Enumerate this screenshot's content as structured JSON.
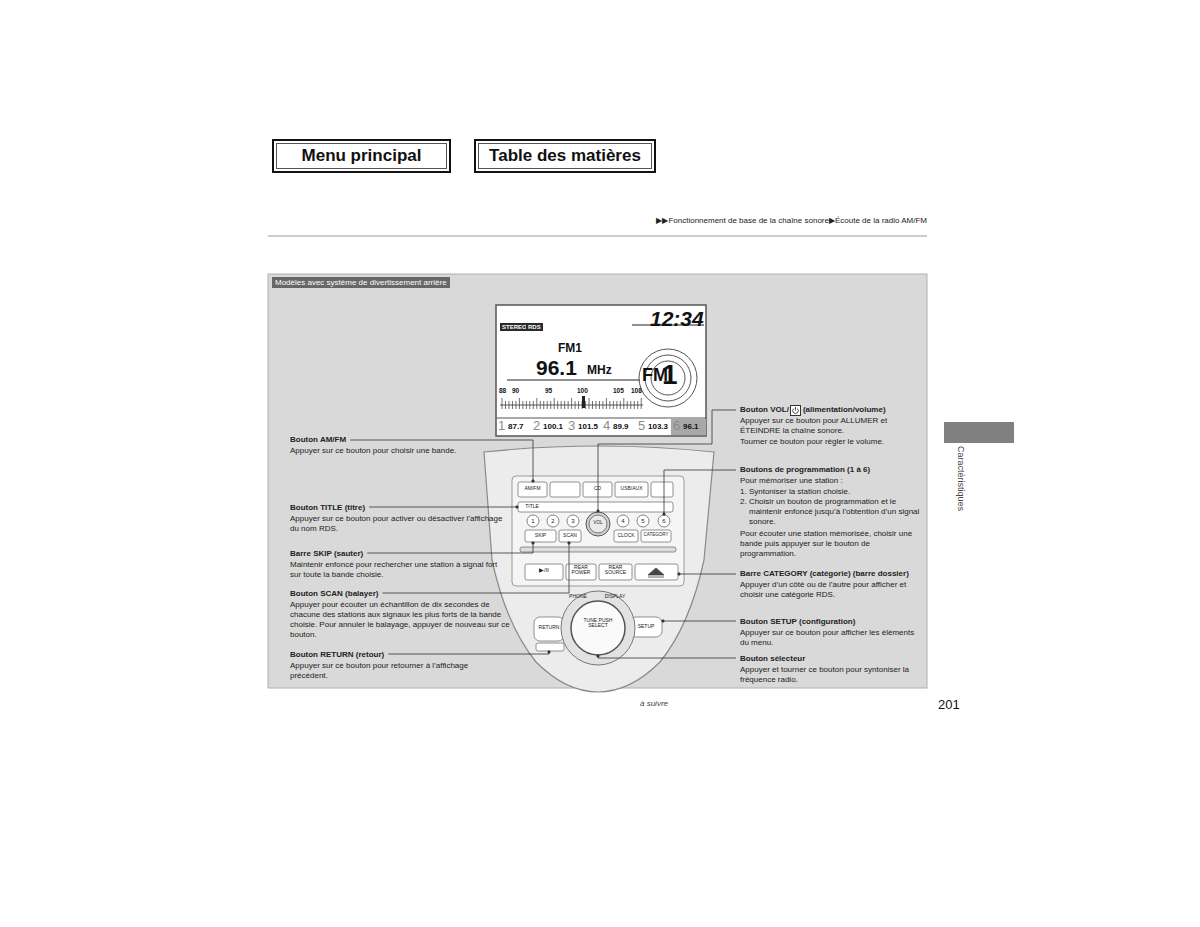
{
  "diagram": {
    "nodes": [
      {
        "text": [
          "Menu principal"
        ]
      },
      {
        "text": [
          "Table des matières"
        ]
      },
      {
        "text": [
          "Modèles avec système de divertissement arrière"
        ]
      },
      {
        "text": [
          "STEREO",
          "RDS",
          "12:34",
          "FM1",
          "96.1",
          "MHz",
          "FM",
          "1",
          "88",
          "90",
          "95",
          "100",
          "105",
          "108",
          "1",
          "87.7",
          "2",
          "100.1",
          "3",
          "101.5",
          "4",
          "89.9",
          "5",
          "103.3",
          "6",
          "96.1"
        ],
        "in": 2
      }
    ],
    "labels": [
      "▶▶Fonctionnement de base de la chaîne sonore▶Écoute de la radio AM/FM",
      "Bouton AM/FM",
      "Appuyer sur ce bouton pour choisir une bande.",
      "Bouton TITLE (titre)",
      "Appuyer sur ce bouton pour activer ou désactiver l’affichage du nom RDS.",
      "Barre SKIP (sauter)",
      "Maintenir enfoncé pour rechercher une station à signal fort sur toute la bande choisie.",
      "Bouton SCAN (balayer)",
      "Appuyer pour écouter un échantillon de dix secondes de chacune des stations aux signaux les plus forts de la bande choisie. Pour annuler le balayage, appuyer de nouveau sur ce bouton.",
      "Bouton RETURN (retour)",
      "Appuyer sur ce bouton pour retourner à l’affichage précédent.",
      "Bouton VOL/",
      "(alimentation/volume)",
      "Appuyer sur ce bouton pour ALLUMER et ÉTEINDRE la chaîne sonore.",
      "Tourner ce bouton pour régler le volume.",
      "Boutons de programmation (1 à 6)",
      "Pour mémoriser une station :",
      "1. Syntoniser la station choisie.",
      "2. Choisir un bouton de programmation et le maintenir enfoncé jusqu’à l’obtention d’un signal sonore.",
      "Pour écouter une station mémorisée, choisir une bande puis appuyer sur le bouton de programmation.",
      "Barre CATEGORY (catégorie) (barre dossier)",
      "Appuyer d’un côté ou de l’autre pour afficher et choisir une catégorie RDS.",
      "Bouton SETUP (configuration)",
      "Appuyer sur ce bouton pour afficher les éléments du menu.",
      "Bouton sélecteur",
      "Appuyer et tourner ce bouton pour syntoniser la fréquence radio.",
      "AM/FM",
      "CD",
      "USB/AUX",
      "TITLE",
      "SKIP",
      "SCAN",
      "VOL",
      "CLOCK",
      "CATEGORY",
      "▶/II",
      "REAR POWER",
      "REAR SOURCE",
      "PHONE",
      "DISPLAY",
      "TUNE PUSH SELECT",
      "SETUP",
      "RETURN",
      "1",
      "2",
      "3",
      "4",
      "5",
      "6",
      "Caractéristiques",
      "à suivre",
      "201"
    ]
  }
}
